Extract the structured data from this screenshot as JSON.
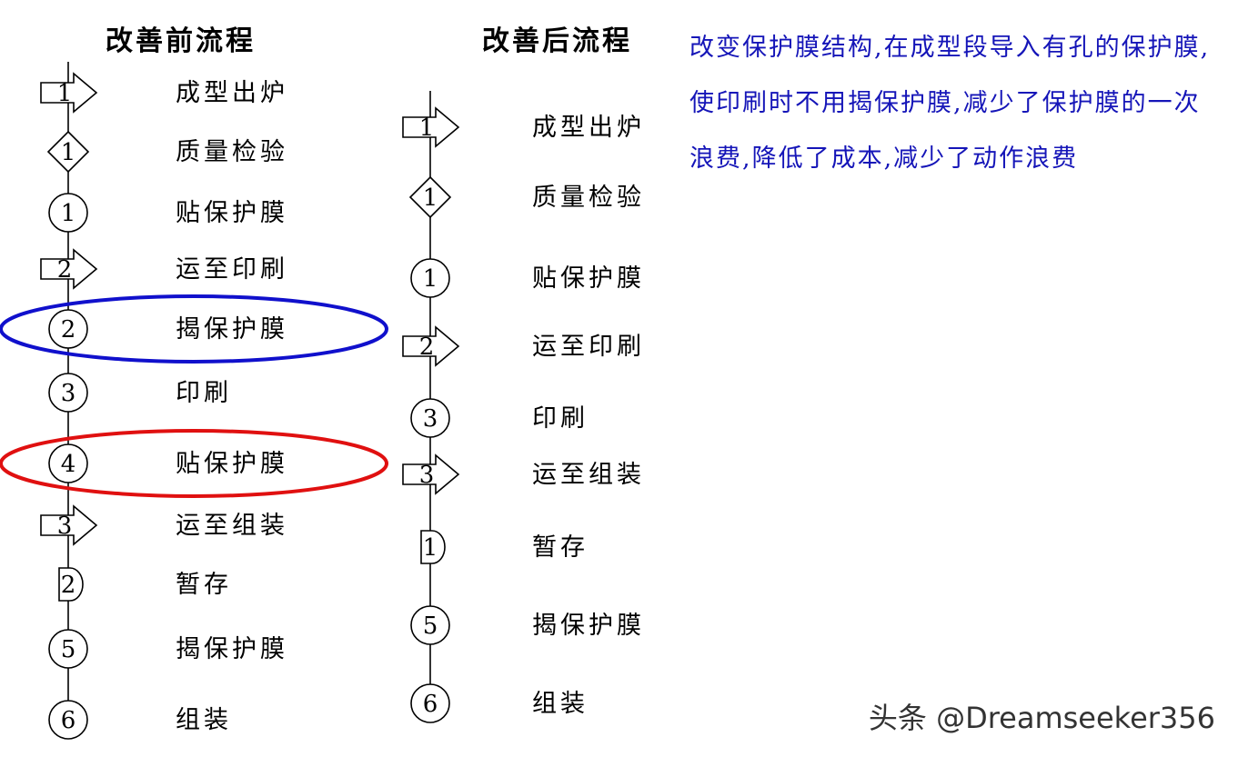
{
  "before": {
    "heading": "改善前流程",
    "steps": [
      {
        "symbol": "transport",
        "num": "1",
        "label": "成型出炉"
      },
      {
        "symbol": "inspect",
        "num": "1",
        "label": "质量检验"
      },
      {
        "symbol": "operation",
        "num": "1",
        "label": "贴保护膜"
      },
      {
        "symbol": "transport",
        "num": "2",
        "label": "运至印刷"
      },
      {
        "symbol": "operation",
        "num": "2",
        "label": "揭保护膜",
        "highlight": "#1010cc"
      },
      {
        "symbol": "operation",
        "num": "3",
        "label": "印刷"
      },
      {
        "symbol": "operation",
        "num": "4",
        "label": "贴保护膜",
        "highlight": "#e01010"
      },
      {
        "symbol": "transport",
        "num": "3",
        "label": "运至组装"
      },
      {
        "symbol": "delay",
        "num": "2",
        "label": "暂存"
      },
      {
        "symbol": "operation",
        "num": "5",
        "label": "揭保护膜"
      },
      {
        "symbol": "operation",
        "num": "6",
        "label": "组装"
      }
    ]
  },
  "after": {
    "heading": "改善后流程",
    "steps": [
      {
        "symbol": "transport",
        "num": "1",
        "label": "成型出炉"
      },
      {
        "symbol": "inspect",
        "num": "1",
        "label": "质量检验"
      },
      {
        "symbol": "operation",
        "num": "1",
        "label": "贴保护膜"
      },
      {
        "symbol": "transport",
        "num": "2",
        "label": "运至印刷"
      },
      {
        "symbol": "operation",
        "num": "3",
        "label": "印刷"
      },
      {
        "symbol": "transport",
        "num": "3",
        "label": "运至组装"
      },
      {
        "symbol": "delay",
        "num": "1",
        "label": "暂存"
      },
      {
        "symbol": "operation",
        "num": "5",
        "label": "揭保护膜"
      },
      {
        "symbol": "operation",
        "num": "6",
        "label": "组装"
      }
    ]
  },
  "note": "改变保护膜结构,在成型段导入有孔的保护膜,使印刷时不用揭保护膜,减少了保护膜的一次浪费,降低了成本,减少了动作浪费",
  "watermark": "头条 @Dreamseeker356"
}
